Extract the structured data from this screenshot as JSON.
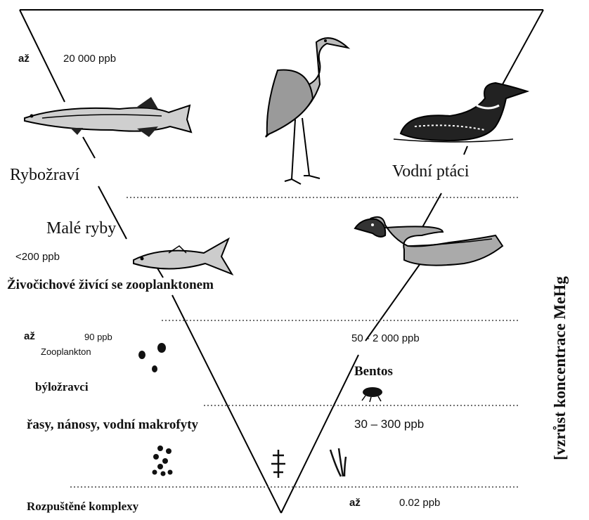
{
  "levels": {
    "top_prefix": "až",
    "top_value": "20 000 ppb",
    "fish_eaters": "Rybožraví",
    "water_birds": "Vodní ptáci",
    "small_fish": "Malé ryby",
    "small_fish_value": "<200 ppb",
    "zooplankton_eaters": "Živočichové živící se zooplanktonem",
    "zoo_prefix": "až",
    "zoo_value": "90 ppb",
    "zooplankton": "Zooplankton",
    "benthos_value": "50 - 2 000 ppb",
    "benthos": "Bentos",
    "herbivores": "býložravci",
    "algae": "řasy, nánosy, vodní makrofyty",
    "algae_value": "30  – 300 ppb",
    "dissolved": "Rozpuštěné komplexy",
    "bottom_prefix": "až",
    "bottom_value": "0.02 ppb"
  },
  "axis_label": "[vzrůst koncentrace MeHg",
  "icons": [
    "fish-icon",
    "heron-icon",
    "loon-icon",
    "duck-icon",
    "small-fish-icon",
    "zooplankton-icon",
    "benthos-icon",
    "algae-icon",
    "plant-icon"
  ]
}
